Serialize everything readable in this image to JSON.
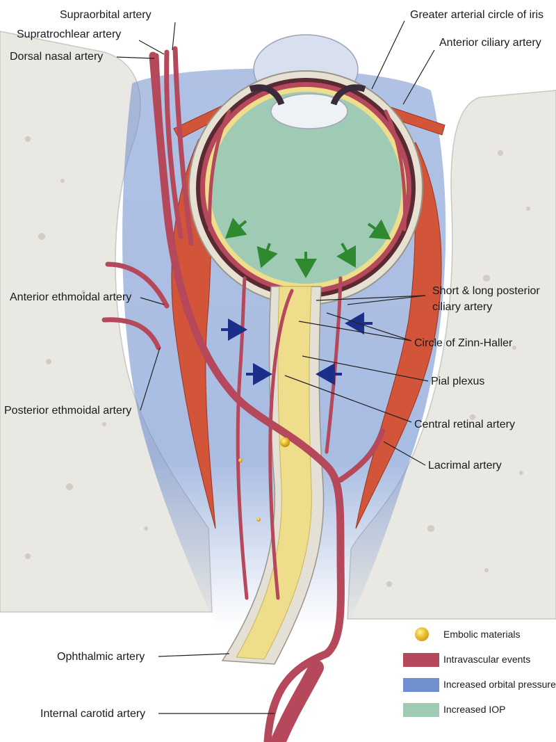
{
  "labels": {
    "supraorbital": "Supraorbital artery",
    "supratrochlear": "Supratrochlear artery",
    "dorsal_nasal": "Dorsal nasal artery",
    "greater_arterial_circle": "Greater arterial circle of iris",
    "anterior_ciliary": "Anterior ciliary artery",
    "anterior_ethmoidal": "Anterior ethmoidal artery",
    "posterior_ciliary_line1": "Short & long posterior",
    "posterior_ciliary_line2": "ciliary artery",
    "zinn_haller": "Circle of Zinn-Haller",
    "pial_plexus": "Pial plexus",
    "posterior_ethmoidal": "Posterior ethmoidal artery",
    "central_retinal": "Central retinal artery",
    "lacrimal": "Lacrimal artery",
    "ophthalmic": "Ophthalmic artery",
    "internal_carotid": "Internal carotid artery"
  },
  "legend": [
    {
      "label": "Embolic materials",
      "kind": "dot",
      "color": "#e8b92e"
    },
    {
      "label": "Intravascular events",
      "kind": "swatch",
      "color": "#b5485a"
    },
    {
      "label": "Increased orbital pressure",
      "kind": "swatch",
      "color": "#6f8fce"
    },
    {
      "label": "Increased IOP",
      "kind": "swatch",
      "color": "#9fcbb4"
    }
  ],
  "colors": {
    "artery": "#b5485a",
    "artery_dark": "#7e2c3b",
    "orbital_pressure": "#6f8fce",
    "iop": "#9fcbb4",
    "muscle": "#d2553a",
    "nerve": "#eedd8a",
    "bone": "#e9e8e3",
    "iop_arrow": "#2f8a2f",
    "pressure_arrow": "#1b2f8a"
  }
}
